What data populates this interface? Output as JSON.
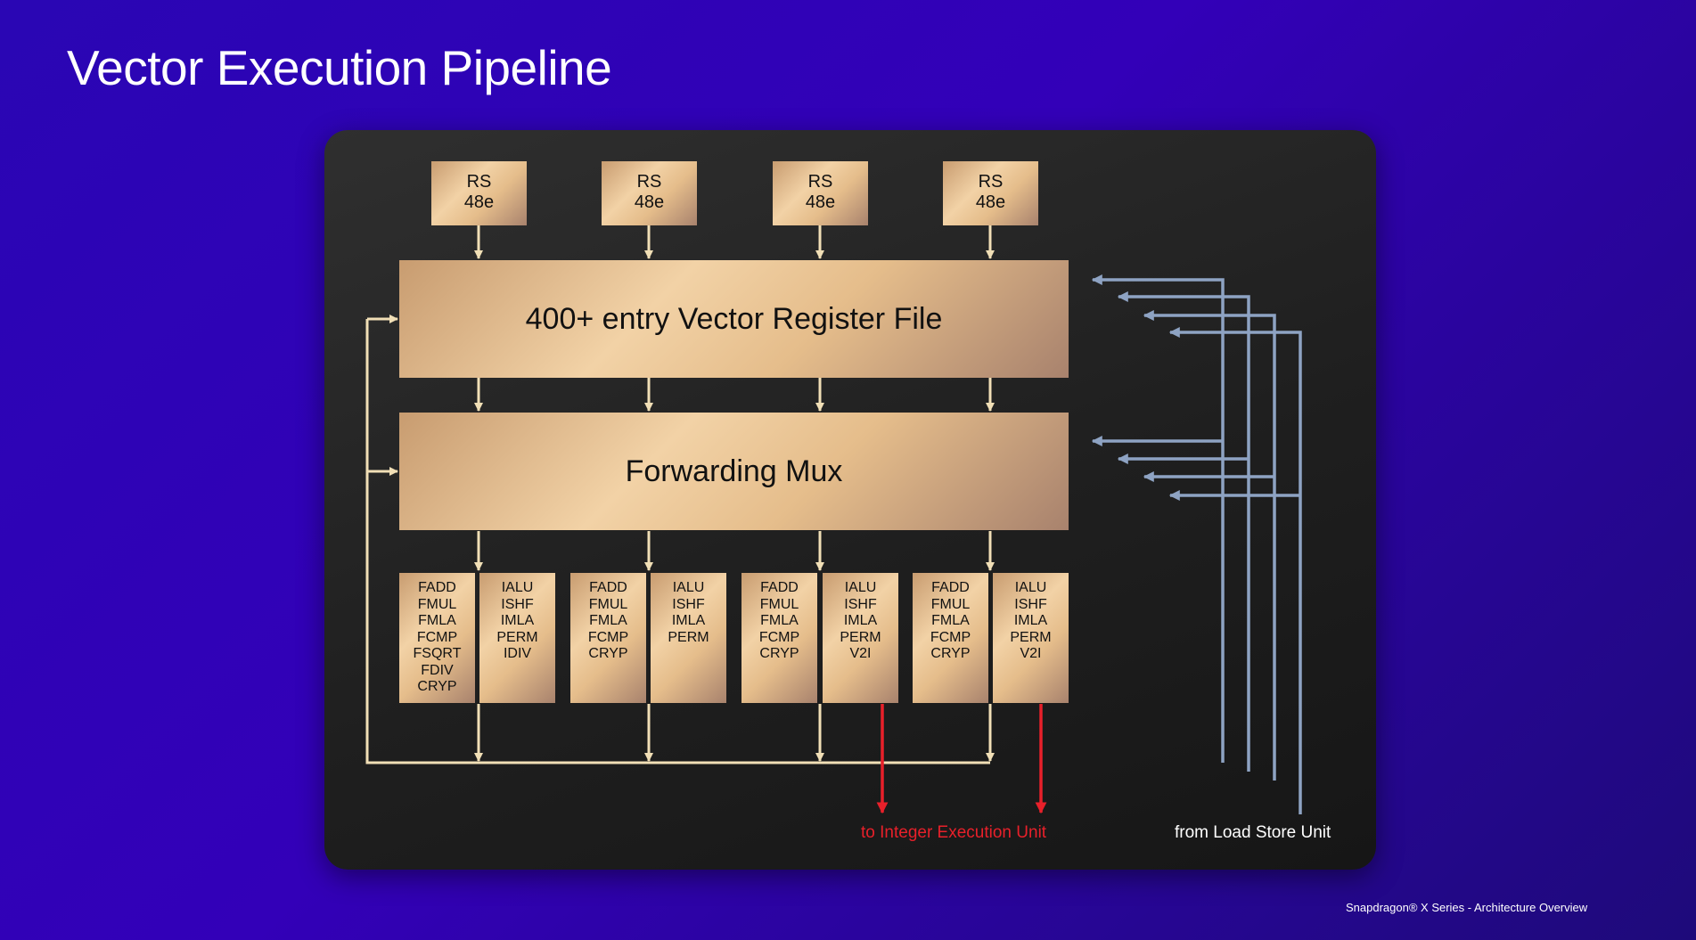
{
  "title": "Vector Execution Pipeline",
  "reservation_stations": [
    {
      "name": "RS",
      "entries": "48e"
    },
    {
      "name": "RS",
      "entries": "48e"
    },
    {
      "name": "RS",
      "entries": "48e"
    },
    {
      "name": "RS",
      "entries": "48e"
    }
  ],
  "register_file_label": "400+ entry Vector Register File",
  "forwarding_mux_label": "Forwarding Mux",
  "execution_units": [
    {
      "ops": [
        "FADD",
        "FMUL",
        "FMLA",
        "FCMP",
        "FSQRT",
        "FDIV",
        "CRYP"
      ]
    },
    {
      "ops": [
        "IALU",
        "ISHF",
        "IMLA",
        "PERM",
        "IDIV"
      ]
    },
    {
      "ops": [
        "FADD",
        "FMUL",
        "FMLA",
        "FCMP",
        "CRYP"
      ]
    },
    {
      "ops": [
        "IALU",
        "ISHF",
        "IMLA",
        "PERM"
      ]
    },
    {
      "ops": [
        "FADD",
        "FMUL",
        "FMLA",
        "FCMP",
        "CRYP"
      ]
    },
    {
      "ops": [
        "IALU",
        "ISHF",
        "IMLA",
        "PERM",
        "V2I"
      ]
    },
    {
      "ops": [
        "FADD",
        "FMUL",
        "FMLA",
        "FCMP",
        "CRYP"
      ]
    },
    {
      "ops": [
        "IALU",
        "ISHF",
        "IMLA",
        "PERM",
        "V2I"
      ]
    }
  ],
  "labels": {
    "to_integer": "to Integer Execution Unit",
    "from_load_store": "from Load Store Unit"
  },
  "footer": "Snapdragon® X Series - Architecture Overview",
  "colors": {
    "background": "#2a06b4",
    "panel": "#222222",
    "block_gold": "#e5bd8b",
    "wire_cream": "#f1dfb6",
    "wire_red": "#e8202a",
    "wire_blue": "#8ea3c3"
  }
}
